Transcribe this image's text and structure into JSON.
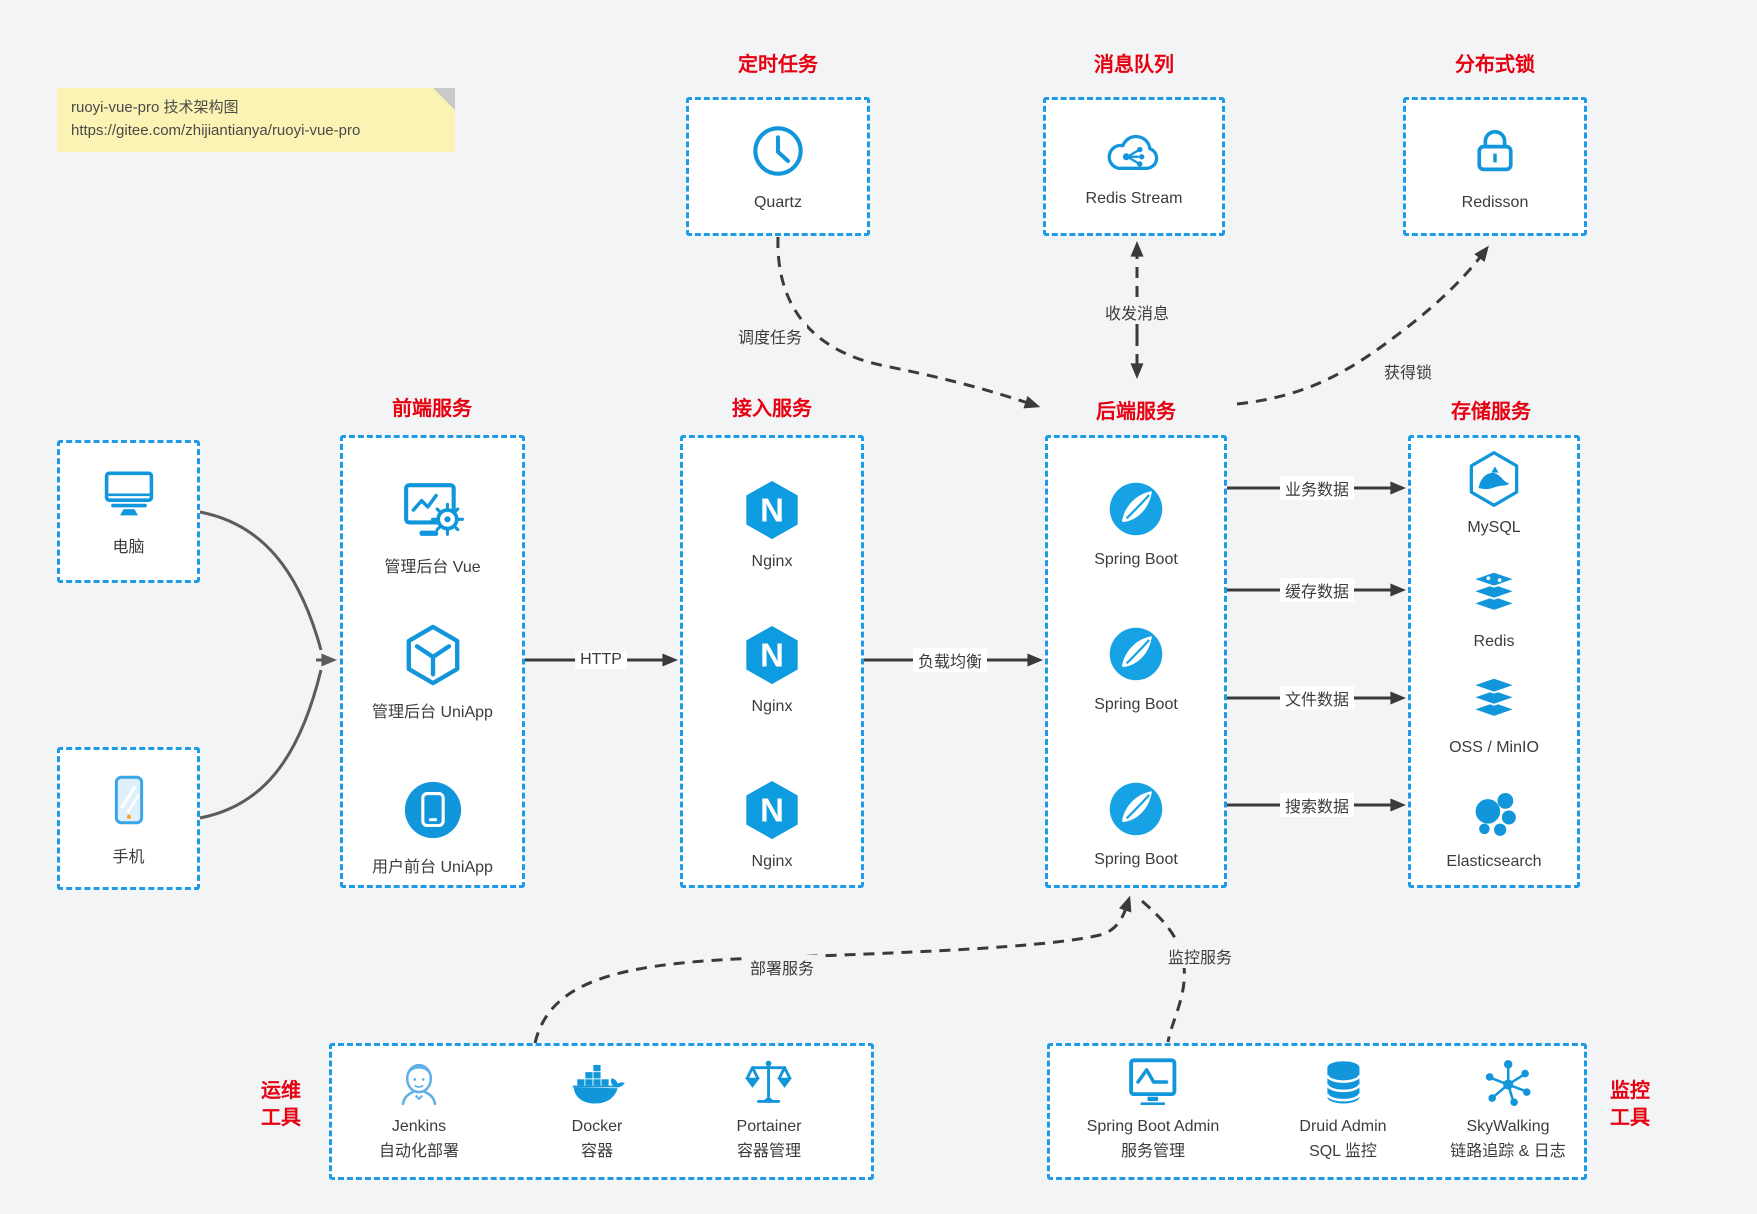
{
  "note": {
    "line1": "ruoyi-vue-pro 技术架构图",
    "line2": "https://gitee.com/zhijiantianya/ruoyi-vue-pro"
  },
  "titles": {
    "scheduler": "定时任务",
    "mq": "消息队列",
    "lock": "分布式锁",
    "frontend": "前端服务",
    "access": "接入服务",
    "backend": "后端服务",
    "storage": "存储服务",
    "ops_line1": "运维",
    "ops_line2": "工具",
    "monitor_line1": "监控",
    "monitor_line2": "工具"
  },
  "devices": {
    "pc": "电脑",
    "phone": "手机"
  },
  "scheduler_item": "Quartz",
  "mq_item": "Redis Stream",
  "lock_item": "Redisson",
  "frontend_items": [
    "管理后台 Vue",
    "管理后台 UniApp",
    "用户前台 UniApp"
  ],
  "access_items": [
    "Nginx",
    "Nginx",
    "Nginx"
  ],
  "backend_items": [
    "Spring Boot",
    "Spring Boot",
    "Spring Boot"
  ],
  "storage_items": [
    "MySQL",
    "Redis",
    "OSS / MinIO",
    "Elasticsearch"
  ],
  "ops_items": [
    {
      "name": "Jenkins",
      "desc": "自动化部署"
    },
    {
      "name": "Docker",
      "desc": "容器"
    },
    {
      "name": "Portainer",
      "desc": "容器管理"
    }
  ],
  "monitor_items": [
    {
      "name": "Spring Boot Admin",
      "desc": "服务管理"
    },
    {
      "name": "Druid Admin",
      "desc": "SQL 监控"
    },
    {
      "name": "SkyWalking",
      "desc": "链路追踪 & 日志"
    }
  ],
  "edges": {
    "http": "HTTP",
    "lb": "负载均衡",
    "schedule": "调度任务",
    "message": "收发消息",
    "get_lock": "获得锁",
    "biz": "业务数据",
    "cache": "缓存数据",
    "file": "文件数据",
    "search": "搜索数据",
    "deploy": "部署服务",
    "monitor": "监控服务"
  },
  "icons": {
    "quartz": "clock-icon",
    "mq": "cloud-share-icon",
    "lock": "padlock-icon",
    "pc": "desktop-icon",
    "phone": "smartphone-icon",
    "frontend": [
      "admin-screen-gear-icon",
      "uniapp-cube-icon",
      "phone-circle-icon"
    ],
    "access": "nginx-hexagon-icon",
    "backend": "spring-leaf-icon",
    "storage": [
      "mysql-dolphin-icon",
      "redis-stack-icon",
      "oss-stack-icon",
      "elasticsearch-cluster-icon"
    ],
    "ops": [
      "jenkins-butler-icon",
      "docker-whale-icon",
      "portainer-scales-icon"
    ],
    "monitor": [
      "pulse-screen-icon",
      "database-cylinder-icon",
      "skywalking-network-icon"
    ]
  },
  "colors": {
    "page_bg": "#f3f4f5",
    "box_border_blue": "#1e9be6",
    "icon_blue": "#1296db",
    "title_red": "#e60012",
    "arrow_dark": "#3a3a3a",
    "device_arrow_gray": "#5c5c5c",
    "note_bg": "#faf3b3"
  }
}
